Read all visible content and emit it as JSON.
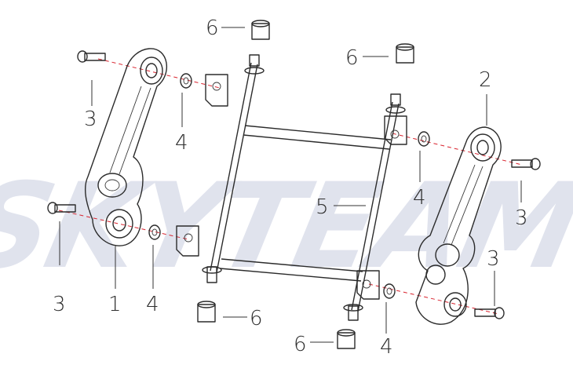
{
  "watermark": {
    "text": "SKYTEAM"
  },
  "colors": {
    "line": "#2b2b2b",
    "axis": "#d9232e",
    "watermark": "#dde0ec"
  },
  "callouts": [
    {
      "id": "c1",
      "label": "1"
    },
    {
      "id": "c2",
      "label": "2"
    },
    {
      "id": "c3a",
      "label": "3"
    },
    {
      "id": "c3b",
      "label": "3"
    },
    {
      "id": "c3c",
      "label": "3"
    },
    {
      "id": "c3d",
      "label": "3"
    },
    {
      "id": "c4a",
      "label": "4"
    },
    {
      "id": "c4b",
      "label": "4"
    },
    {
      "id": "c4c",
      "label": "4"
    },
    {
      "id": "c4d",
      "label": "4"
    },
    {
      "id": "c5",
      "label": "5"
    },
    {
      "id": "c6a",
      "label": "6"
    },
    {
      "id": "c6b",
      "label": "6"
    },
    {
      "id": "c6c",
      "label": "6"
    },
    {
      "id": "c6d",
      "label": "6"
    }
  ]
}
